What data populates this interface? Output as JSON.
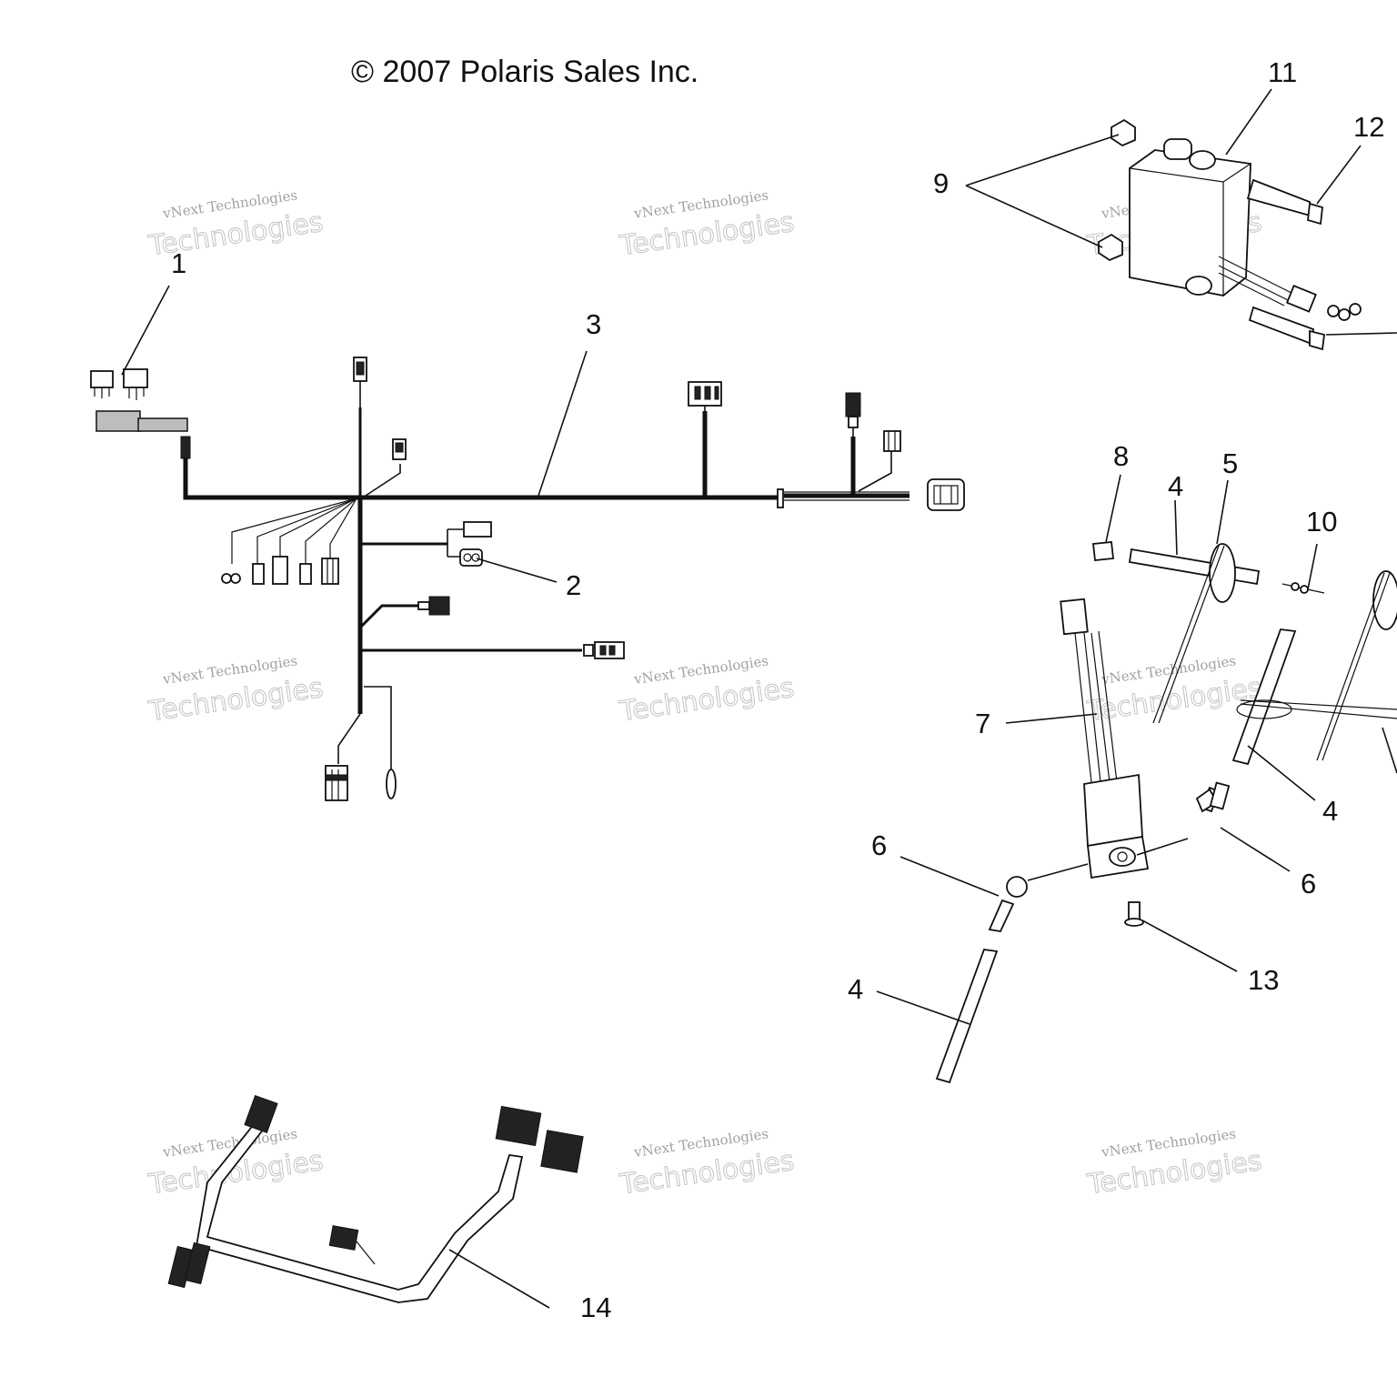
{
  "copyright": "© 2007 Polaris Sales Inc.",
  "watermark": {
    "line1": "vNext Technologies",
    "line2": "vNext",
    "line3": "Technologies"
  },
  "callouts": {
    "c1": "1",
    "c2": "2",
    "c3": "3",
    "c4a": "4",
    "c4b": "4",
    "c4c": "4",
    "c5": "5",
    "c6a": "6",
    "c6b": "6",
    "c7": "7",
    "c8": "8",
    "c9": "9",
    "c10": "10",
    "c11": "11",
    "c12": "12",
    "c13": "13",
    "c14": "14"
  }
}
